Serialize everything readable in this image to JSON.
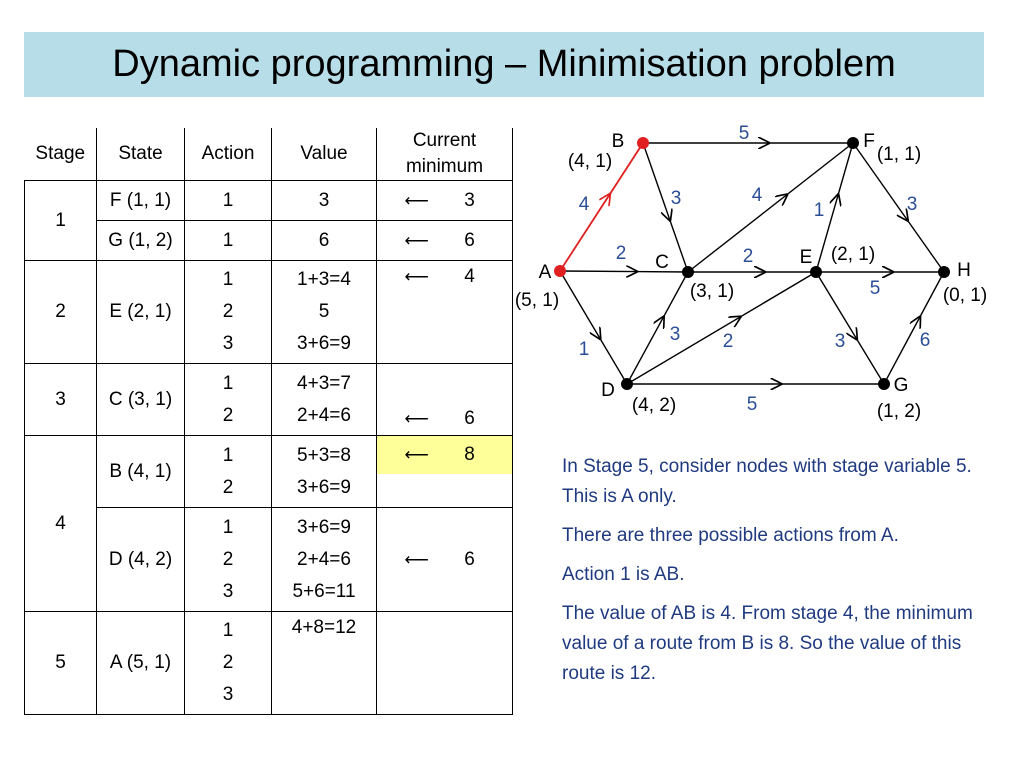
{
  "title": "Dynamic programming – Minimisation problem",
  "table": {
    "headers": {
      "stage": "Stage",
      "state": "State",
      "action": "Action",
      "value": "Value",
      "current_line1": "Current",
      "current_line2": "minimum"
    },
    "arrow": "⟵",
    "rows": [
      {
        "stage": "1",
        "states": [
          {
            "state": "F (1, 1)",
            "actions": [
              "1"
            ],
            "values": [
              "3"
            ],
            "current": "3"
          },
          {
            "state": "G (1, 2)",
            "actions": [
              "1"
            ],
            "values": [
              "6"
            ],
            "current": "6"
          }
        ]
      },
      {
        "stage": "2",
        "states": [
          {
            "state": "E (2, 1)",
            "actions": [
              "1",
              "2",
              "3"
            ],
            "values": [
              "1+3=4",
              "5",
              "3+6=9"
            ],
            "current": "4"
          }
        ]
      },
      {
        "stage": "3",
        "states": [
          {
            "state": "C (3, 1)",
            "actions": [
              "1",
              "2"
            ],
            "values": [
              "4+3=7",
              "2+4=6"
            ],
            "current": "6"
          }
        ]
      },
      {
        "stage": "4",
        "states": [
          {
            "state": "B (4, 1)",
            "actions": [
              "1",
              "2"
            ],
            "values": [
              "5+3=8",
              "3+6=9"
            ],
            "current": "8"
          },
          {
            "state": "D (4, 2)",
            "actions": [
              "1",
              "2",
              "3"
            ],
            "values": [
              "3+6=9",
              "2+4=6",
              "5+6=11"
            ],
            "current": "6"
          }
        ]
      },
      {
        "stage": "5",
        "states": [
          {
            "state": "A (5, 1)",
            "actions": [
              "1",
              "2",
              "3"
            ],
            "values": [
              "4+8=12"
            ],
            "current": ""
          }
        ]
      }
    ]
  },
  "graph": {
    "highlight_color": "#e02020",
    "node_color": "#000000",
    "weight_color": "#2a4e96",
    "nodes": [
      {
        "id": "A",
        "label": "A",
        "coord": "(5, 1)"
      },
      {
        "id": "B",
        "label": "B",
        "coord": "(4, 1)"
      },
      {
        "id": "C",
        "label": "C",
        "coord": "(3, 1)"
      },
      {
        "id": "D",
        "label": "D",
        "coord": "(4, 2)"
      },
      {
        "id": "E",
        "label": "E",
        "coord": "(2, 1)"
      },
      {
        "id": "F",
        "label": "F",
        "coord": "(1, 1)"
      },
      {
        "id": "G",
        "label": "G",
        "coord": "(1, 2)"
      },
      {
        "id": "H",
        "label": "H",
        "coord": "(0, 1)"
      }
    ],
    "edges": [
      {
        "from": "A",
        "to": "B",
        "weight": "4",
        "highlighted": true
      },
      {
        "from": "A",
        "to": "C",
        "weight": "2"
      },
      {
        "from": "A",
        "to": "D",
        "weight": "1"
      },
      {
        "from": "B",
        "to": "F",
        "weight": "5"
      },
      {
        "from": "B",
        "to": "C",
        "weight": "3"
      },
      {
        "from": "C",
        "to": "F",
        "weight": "4"
      },
      {
        "from": "C",
        "to": "E",
        "weight": "2"
      },
      {
        "from": "D",
        "to": "C",
        "weight": "3"
      },
      {
        "from": "D",
        "to": "E",
        "weight": "2"
      },
      {
        "from": "D",
        "to": "G",
        "weight": "5"
      },
      {
        "from": "E",
        "to": "F",
        "weight": "1"
      },
      {
        "from": "E",
        "to": "H",
        "weight": "5"
      },
      {
        "from": "E",
        "to": "G",
        "weight": "3"
      },
      {
        "from": "F",
        "to": "H",
        "weight": "3"
      },
      {
        "from": "G",
        "to": "H",
        "weight": "6"
      }
    ]
  },
  "notes": [
    "In Stage 5, consider nodes with stage variable 5. This is A only.",
    "There are three possible actions from A.",
    "Action 1 is AB.",
    "The value of AB is 4. From stage 4, the minimum value of a route from B is 8. So the value of this route is 12."
  ]
}
